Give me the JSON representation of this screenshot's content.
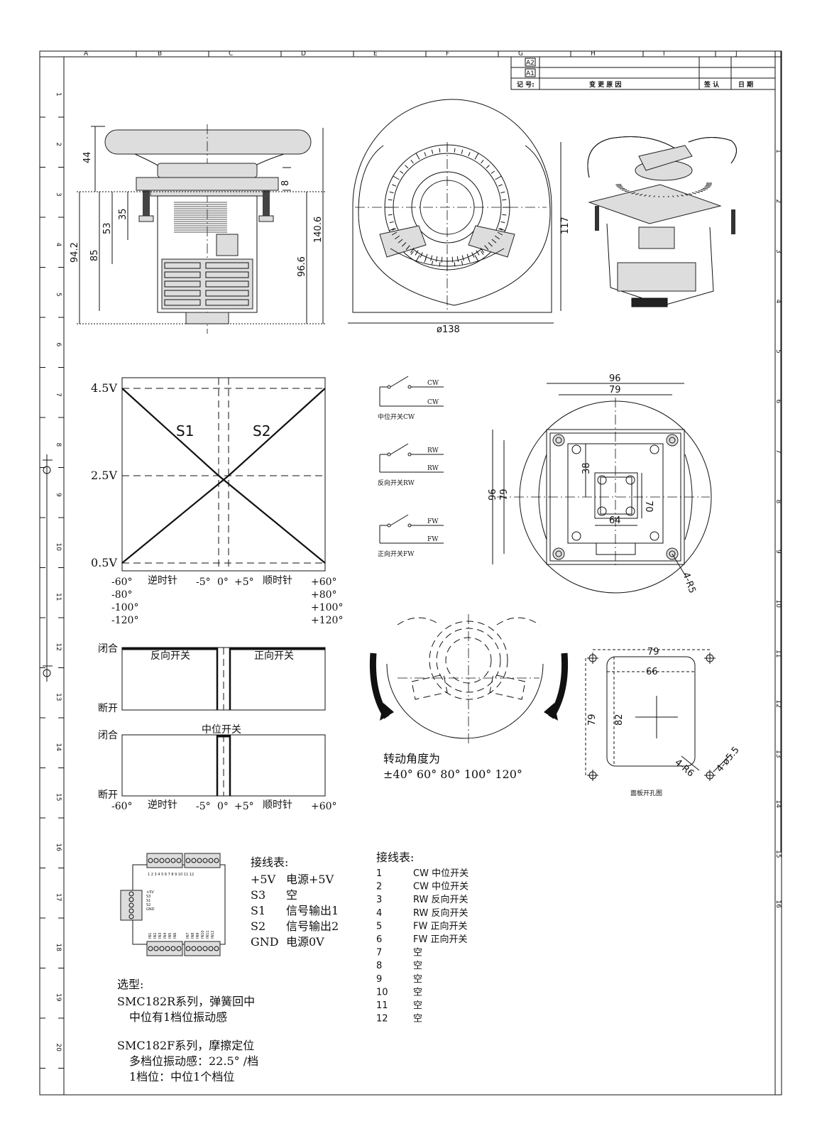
{
  "frame": {
    "col_letters": [
      "A",
      "B",
      "C",
      "D",
      "E",
      "F",
      "G",
      "H",
      "I",
      "J"
    ],
    "row_numbers": [
      "1",
      "2",
      "3",
      "4",
      "5",
      "6",
      "7",
      "8",
      "9",
      "10",
      "11",
      "12",
      "13",
      "14",
      "15",
      "16",
      "17",
      "18",
      "19",
      "20"
    ]
  },
  "revision_block": {
    "rev_a2": "A2",
    "rev_a1": "A1",
    "col_mark": "记 号:",
    "col_reason": "变 更 原 因",
    "col_sign": "签 认",
    "col_date": "日 期"
  },
  "side_view": {
    "dims": [
      "44",
      "8",
      "35",
      "53",
      "85",
      "94.2",
      "96.6",
      "140.6"
    ]
  },
  "top_view": {
    "dim_diameter": "ø138",
    "dim_height": "117"
  },
  "voltage_chart": {
    "y_ticks": [
      "4.5V",
      "2.5V",
      "0.5V"
    ],
    "series_labels": [
      "S1",
      "S2"
    ],
    "x_row1": [
      "-60°",
      "逆时针",
      "-5°",
      "0°",
      "+5°",
      "顺时针",
      "+60°"
    ],
    "x_left_extra": [
      "-80°",
      "-100°",
      "-120°"
    ],
    "x_right_extra": [
      "+80°",
      "+100°",
      "+120°"
    ]
  },
  "switch_chart_1": {
    "y_top": "闭合",
    "y_bottom": "断开",
    "label_left": "反向开关",
    "label_right": "正向开关"
  },
  "switch_chart_2": {
    "y_top": "闭合",
    "y_bottom": "断开",
    "label_center": "中位开关",
    "x_labels": [
      "-60°",
      "逆时针",
      "-5°",
      "0°",
      "+5°",
      "顺时针",
      "+60°"
    ]
  },
  "switch_symbols": [
    {
      "top": "CW",
      "bottom": "CW",
      "caption": "中位开关CW"
    },
    {
      "top": "RW",
      "bottom": "RW",
      "caption": "反向开关RW"
    },
    {
      "top": "FW",
      "bottom": "FW",
      "caption": "正向开关FW"
    }
  ],
  "bottom_view": {
    "dims": [
      "96",
      "79",
      "38",
      "70",
      "64",
      "96",
      "79",
      "4-R5"
    ]
  },
  "rotation": {
    "title": "转动角度为",
    "values": "±40° 60° 80° 100° 120°"
  },
  "cutout": {
    "dims": [
      "79",
      "66",
      "79",
      "82",
      "4-R6",
      "4-ø5.5"
    ],
    "caption": "面板开孔图"
  },
  "connector_diagram": {
    "top_pins": "1 2 3 4 5 6   7 8 9 10 11 12",
    "side_pins": [
      "+5V",
      "S3",
      "S1",
      "S2",
      "GND"
    ],
    "bottom_left_pins": [
      "IN1",
      "IN2",
      "IN3",
      "IN4",
      "IN5",
      "IN6"
    ],
    "bottom_right_pins": [
      "IN7",
      "IN8",
      "IN9",
      "IN10",
      "IN11",
      "IN12"
    ]
  },
  "wiring_table_1": {
    "title": "接线表:",
    "rows": [
      {
        "pin": "+5V",
        "desc": "电源+5V"
      },
      {
        "pin": "S3",
        "desc": "空"
      },
      {
        "pin": "S1",
        "desc": "信号输出1"
      },
      {
        "pin": "S2",
        "desc": "信号输出2"
      },
      {
        "pin": "GND",
        "desc": "电源0V"
      }
    ]
  },
  "wiring_table_2": {
    "title": "接线表:",
    "rows": [
      {
        "pin": "1",
        "desc": "CW 中位开关"
      },
      {
        "pin": "2",
        "desc": "CW 中位开关"
      },
      {
        "pin": "3",
        "desc": "RW 反向开关"
      },
      {
        "pin": "4",
        "desc": "RW 反向开关"
      },
      {
        "pin": "5",
        "desc": "FW 正向开关"
      },
      {
        "pin": "6",
        "desc": "FW 正向开关"
      },
      {
        "pin": "7",
        "desc": "空"
      },
      {
        "pin": "8",
        "desc": "空"
      },
      {
        "pin": "9",
        "desc": "空"
      },
      {
        "pin": "10",
        "desc": "空"
      },
      {
        "pin": "11",
        "desc": "空"
      },
      {
        "pin": "12",
        "desc": "空"
      }
    ]
  },
  "selection": {
    "title": "选型:",
    "lines": [
      "SMC182R系列，弹簧回中",
      "中位有1档位振动感",
      "SMC182F系列，摩擦定位",
      "多档位振动感：22.5° /档",
      "1档位：中位1个档位"
    ]
  }
}
